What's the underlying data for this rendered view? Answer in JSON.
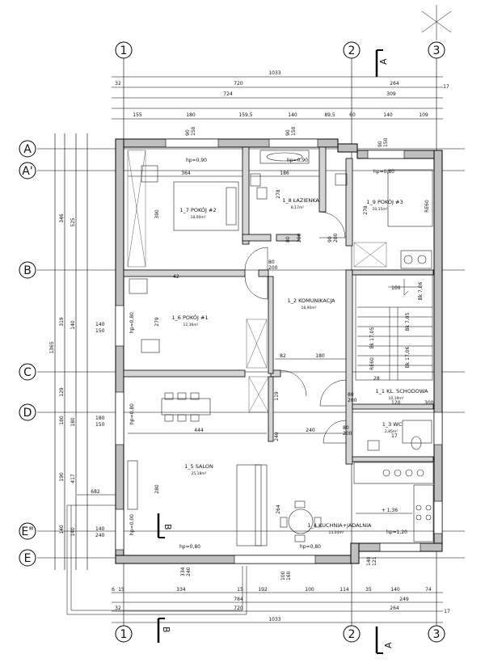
{
  "axes": {
    "vertical": [
      "1",
      "2",
      "3"
    ],
    "horizontal": [
      "A",
      "A'",
      "B",
      "C",
      "D",
      "E\"",
      "E"
    ]
  },
  "section_marks": {
    "a": "A",
    "b": "B"
  },
  "dimensions": {
    "top": {
      "row1": [
        "1033"
      ],
      "row2": [
        "32",
        "720",
        "264",
        "17"
      ],
      "row3": [
        "724",
        "309"
      ],
      "row4": [
        "155",
        "180",
        "159,5",
        "140",
        "89,5",
        "60",
        "140",
        "109"
      ]
    },
    "bottom": {
      "row1": [
        "6",
        "15",
        "334",
        "15",
        "192",
        "100",
        "114",
        "35",
        "140",
        "74"
      ],
      "row2": [
        "784",
        "249"
      ],
      "row3": [
        "32",
        "720",
        "264",
        "17"
      ],
      "row4": [
        "1033"
      ]
    },
    "left": {
      "total": "1365",
      "col2": [
        "346",
        "319",
        "129",
        "180",
        "190",
        "140"
      ],
      "col3": [
        "525",
        "140",
        "180",
        "417",
        "140"
      ]
    },
    "window_labels": [
      "90",
      "150",
      "90",
      "150",
      "90",
      "150",
      "140",
      "150",
      "180",
      "150",
      "140",
      "240",
      "140",
      "240",
      "140",
      "121"
    ],
    "sill_labels": [
      "hp=0,90",
      "hp=0,90",
      "hp=0,80",
      "hp=0,80",
      "hp=0,80",
      "hp=0,80",
      "hp=0,00",
      "hp=0,80",
      "hp=1,20"
    ],
    "door_labels": [
      "80",
      "200",
      "80",
      "200",
      "90",
      "200",
      "80",
      "200",
      "80",
      "200",
      "80",
      "200",
      "334",
      "240",
      "100",
      "160"
    ],
    "misc": [
      "364",
      "186",
      "390",
      "279",
      "42",
      "278",
      "444",
      "240",
      "180",
      "82",
      "119",
      "240",
      "28",
      "120",
      "17",
      "278",
      "300",
      "180",
      "682",
      "280",
      "264",
      "+ 1,36",
      "100",
      "Bk 7,06",
      "Bk 7,05",
      "Bk 17,06",
      "Bk 17,05",
      "RE60",
      "RE60"
    ]
  },
  "rooms": [
    {
      "name": "1_7 POKÓJ #2",
      "area": "18,00m²"
    },
    {
      "name": "1_8 ŁAZIENKA",
      "area": "8,17m²"
    },
    {
      "name": "1_9 POKÓJ #3",
      "area": "10,15m²"
    },
    {
      "name": "1_6 POKÓJ #1",
      "area": "12,36m²"
    },
    {
      "name": "1_2 KOMUNIKACJA",
      "area": "18,90m²"
    },
    {
      "name": "1_1 KL. SCHODOWA",
      "area": "10,19m²"
    },
    {
      "name": "1_3 WC",
      "area": "2,85m²"
    },
    {
      "name": "1_5 SALON",
      "area": "25,18m²"
    },
    {
      "name": "1_4 KUCHNIA+JADALNIA",
      "area": "13,04m²"
    }
  ]
}
